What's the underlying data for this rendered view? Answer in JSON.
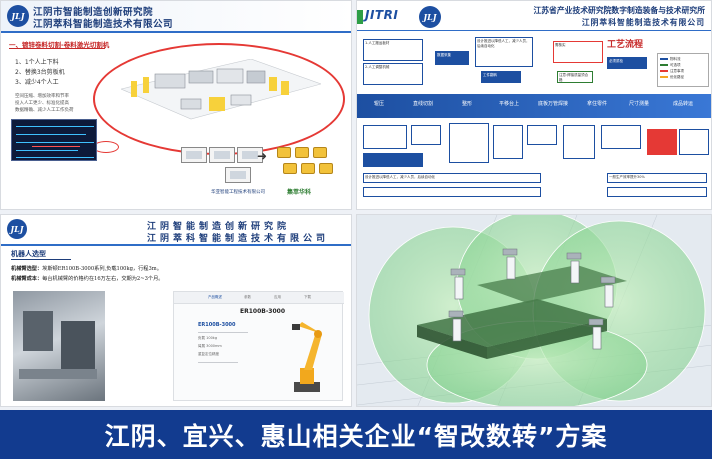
{
  "banner": {
    "title": "江阴、宜兴、惠山相关企业“智改数转”方案"
  },
  "colors": {
    "brand_blue": "#1d4fa1",
    "banner_bg": "#123b8f",
    "accent_red": "#e53935",
    "accent_green": "#2e7d32"
  },
  "slide1": {
    "logo_text": "JLJ",
    "title_line1": "江阴市智能制造创新研究院",
    "title_line2": "江阴萃科智能制造技术有限公司",
    "section_title": "一、镀锌卷料切割-卷料激光切割机",
    "bullets": [
      "1、1个人上下料",
      "2、替换3台剪板机",
      "3、减少4个人工"
    ],
    "notes": [
      "空间压缩、增加效率和节率",
      "投入人工更少、标准化提高",
      "数据精确、减少人工工作负荷"
    ],
    "footer_left": "华亚智能工程技术有限公司",
    "footer_right": "集萃华科"
  },
  "slide2": {
    "brand": "JITRI",
    "logo_text": "JLJ",
    "title_line1": "江苏省产业技术研究院数字制造装备与技术研究所",
    "title_line2": "江阴萃科智能制造技术有限公司",
    "process_title": "工艺流程",
    "legend": [
      "物料流",
      "可选项",
      "注意事项",
      "优化路径"
    ],
    "steps": [
      "辊压",
      "直线切割",
      "整形",
      "平移台上",
      "底板万管焊接",
      "拿住零件",
      "尺寸测量",
      "成品转运"
    ],
    "note_top": "设计推进以降低人工，减少人员，后续自动化",
    "note_mid": "注意:焊接质量须合格",
    "note_bottom": "一般生产效率提升30%",
    "box_top1": "1.人工搬运板材",
    "box_top2": "2.人工调整机械",
    "box_mid1": "数据采集",
    "box_mid2": "工件翻转",
    "box_red1": "需核实",
    "box_red2": "必须质检"
  },
  "slide3": {
    "logo_text": "JLJ",
    "title_line1": "江阴智能制造创新研究院",
    "title_line2": "江阴萃科智能制造技术有限公司",
    "section_title": "机器人选型",
    "para1_label": "机械臂选型：",
    "para1_text": "埃斯顿ER100B-3000系列,负载100kg，行程3m。",
    "para2_label": "机械臂成本：",
    "para2_text": "每台机械臂的价格约在16万左右，交期为2~3个月。",
    "card_tabs": [
      "产品概述",
      "参数",
      "应用",
      "下载"
    ],
    "card_model": "ER100B-3000",
    "card_model_sub": "ER100B-3000",
    "card_specs": [
      "负载 100kg",
      "臂展 3000mm",
      "重复定位精度"
    ]
  }
}
